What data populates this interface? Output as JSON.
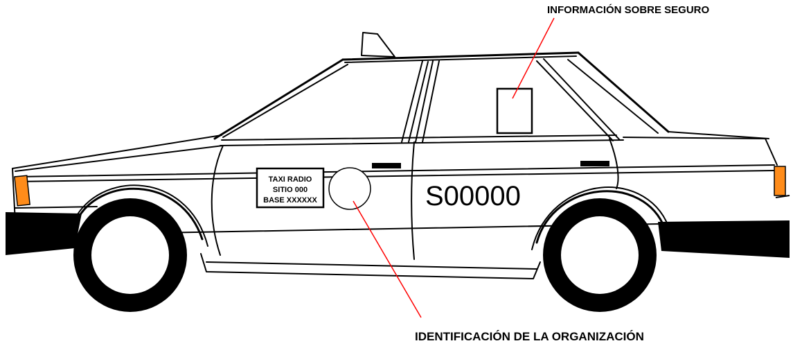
{
  "callouts": {
    "insurance_info": "INFORMACIÓN SOBRE SEGURO",
    "organization_id": "IDENTIFICACIÓN DE LA ORGANIZACIÓN"
  },
  "door_sign": {
    "line1": "TAXI RADIO",
    "line2": "SITIO 000",
    "line3": "BASE XXXXXX"
  },
  "vehicle_number": "S00000",
  "colors": {
    "outline": "#000000",
    "callout_line": "#ff0000",
    "signal_light": "#ff8c1a"
  }
}
